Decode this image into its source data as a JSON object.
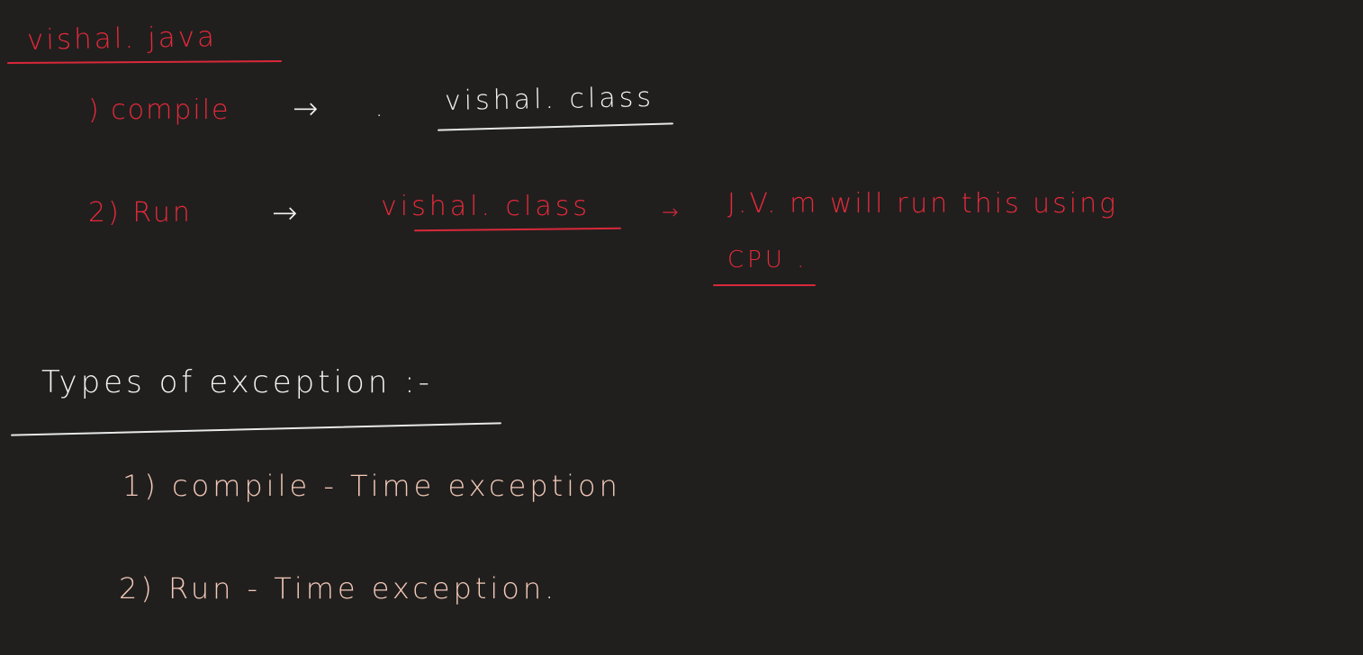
{
  "note": {
    "title": "vishal. java",
    "step1": {
      "label": ") compile",
      "arrow": "→",
      "dot": ".",
      "output": "vishal. class"
    },
    "step2": {
      "label": "2) Run",
      "arrow": "→",
      "input": "vishal. class",
      "arrow2": "→",
      "text_line1": "J.V. m   will   run   this   using",
      "text_line2": "CPU ."
    },
    "section": {
      "heading": "Types of exception :-",
      "items": [
        "1)  compile - Time   exception",
        "2)  Run - Time   exception."
      ]
    }
  },
  "colors": {
    "background": "#201f1e",
    "red_ink": "#e8293a",
    "white_ink": "#f2f2f2",
    "peach_ink": "#f4c9b8"
  }
}
